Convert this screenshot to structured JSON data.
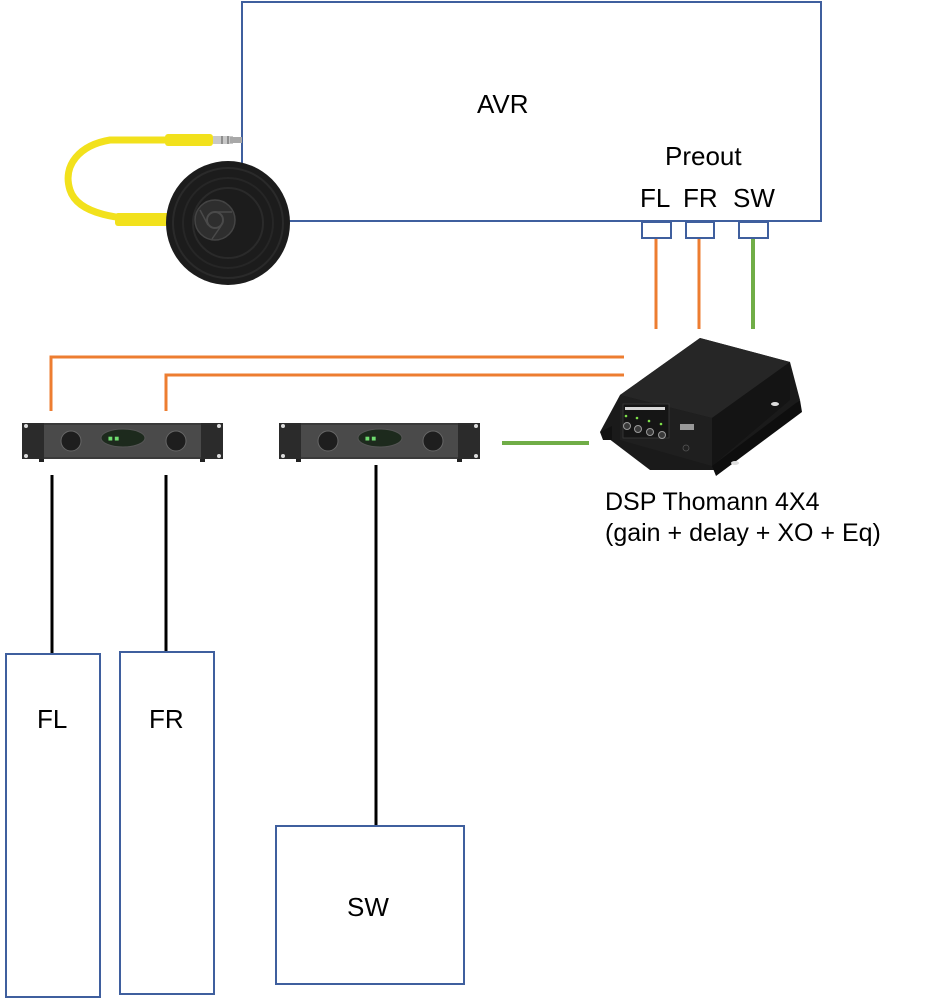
{
  "diagram": {
    "title": "Audio signal chain: AVR preouts via DSP to power amps and speakers",
    "colors": {
      "box_border": "#3f5f9e",
      "front_signal": "#ed7d31",
      "sub_signal": "#70ad47",
      "speaker_wire": "#000000",
      "chromecast_cable": "#f2e11c"
    },
    "avr": {
      "label": "AVR",
      "preout_label": "Preout",
      "ports": [
        {
          "id": "fl",
          "label": "FL"
        },
        {
          "id": "fr",
          "label": "FR"
        },
        {
          "id": "sw",
          "label": "SW"
        }
      ]
    },
    "source": {
      "name": "chromecast-audio",
      "icon": "chromecast-audio-icon"
    },
    "dsp": {
      "name_line": "DSP Thomann 4X4",
      "functions_line": "(gain + delay + XO + Eq)"
    },
    "amplifiers": [
      {
        "id": "amp-front",
        "feeds": [
          "FL",
          "FR"
        ]
      },
      {
        "id": "amp-sub",
        "feeds": [
          "SW"
        ]
      }
    ],
    "speakers": [
      {
        "id": "fl",
        "label": "FL"
      },
      {
        "id": "fr",
        "label": "FR"
      },
      {
        "id": "sw",
        "label": "SW"
      }
    ],
    "connections": [
      {
        "from": "AVR Preout FL",
        "to": "DSP",
        "type": "front_signal"
      },
      {
        "from": "AVR Preout FR",
        "to": "DSP",
        "type": "front_signal"
      },
      {
        "from": "AVR Preout SW",
        "to": "DSP",
        "type": "sub_signal"
      },
      {
        "from": "DSP",
        "to": "Front amp (left channel)",
        "type": "front_signal"
      },
      {
        "from": "DSP",
        "to": "Front amp (right channel)",
        "type": "front_signal"
      },
      {
        "from": "DSP",
        "to": "Sub amp",
        "type": "sub_signal"
      },
      {
        "from": "Front amp",
        "to": "FL speaker",
        "type": "speaker_wire"
      },
      {
        "from": "Front amp",
        "to": "FR speaker",
        "type": "speaker_wire"
      },
      {
        "from": "Sub amp",
        "to": "SW speaker",
        "type": "speaker_wire"
      },
      {
        "from": "Chromecast Audio",
        "to": "AVR",
        "type": "chromecast_cable"
      }
    ]
  }
}
